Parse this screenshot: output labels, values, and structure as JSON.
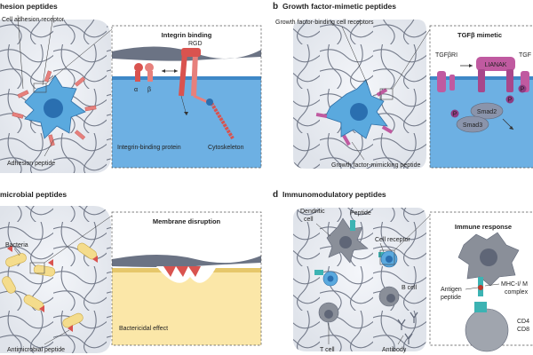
{
  "palette": {
    "cell": "#5aa9de",
    "cell_nucleus": "#2a6fb0",
    "fiber": "#5f6677",
    "membrane": "#6b7384",
    "adhesion_peptide": "#e7807c",
    "growth_peptide": "#c05aa0",
    "antimicrobial_peptide": "#d9534f",
    "bacteria": "#f4dc8c",
    "immune_cell": "#8a8f99",
    "tcell_receptor": "#3cb3b3",
    "inset_fluid_blue": "#6db0e3",
    "inset_fluid_yellow": "#fbe7a8"
  },
  "panels": {
    "a": {
      "title": "hesion peptides",
      "labels": {
        "receptor": "Cell adhesion receptor",
        "peptide": "Adhesion peptide"
      },
      "inset": {
        "title": "Integrin binding",
        "rgd": "RGD",
        "alpha": "α",
        "beta": "β",
        "protein": "Integrin-binding protein",
        "cytoskeleton": "Cytoskeleton"
      }
    },
    "b": {
      "letter": "b",
      "title": "Growth factor-mimetic peptides",
      "labels": {
        "receptors": "Growth factor-binding cell receptors",
        "peptide": "Growth factor-mimicking peptide"
      },
      "inset": {
        "title": "TGFβ mimetic",
        "receptor1": "TGFβRI",
        "receptor2": "TGF",
        "lianak": "LIANAK",
        "smad2": "Smad2",
        "smad3": "Smad3",
        "p": "P"
      }
    },
    "c": {
      "title": "microbial peptides",
      "labels": {
        "bacteria": "Bacteria",
        "peptide": "Antimicrobial peptide"
      },
      "inset": {
        "title": "Membrane disruption",
        "effect": "Bactericidal effect"
      }
    },
    "d": {
      "letter": "d",
      "title": "Immunomodulatory peptides",
      "labels": {
        "dendritic": "Dendritic",
        "dendritic2": "cell",
        "peptide": "Peptide",
        "receptor": "Cell receptor",
        "bcell": "B cell",
        "tcell": "T cell",
        "antibody": "Antibody"
      },
      "inset": {
        "title": "Immune response",
        "antigen1": "Antigen",
        "antigen2": "peptide",
        "mhc1": "MHC-I/ M",
        "mhc2": "complex",
        "cd4": "CD4",
        "cd8": "CD8"
      }
    }
  }
}
